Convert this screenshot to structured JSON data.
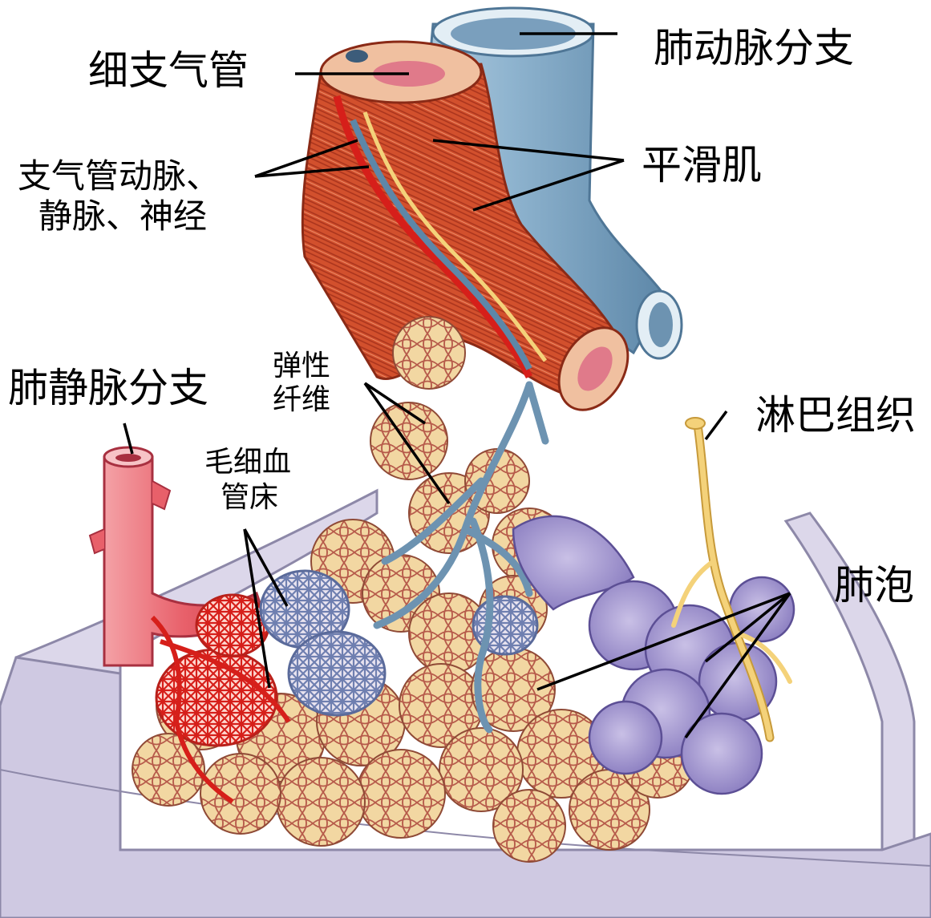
{
  "labels": {
    "bronchiole": "细支气管",
    "pulmonary_artery_branch": "肺动脉分支",
    "smooth_muscle": "平滑肌",
    "bronchial_vessels_line1": "支气管动脉、",
    "bronchial_vessels_line2": "静脉、神经",
    "pulmonary_vein_branch": "肺静脉分支",
    "elastic_fiber_line1": "弹性",
    "elastic_fiber_line2": "纤维",
    "capillary_bed_line1": "毛细血",
    "capillary_bed_line2": "管床",
    "lymphatic_tissue": "淋巴组织",
    "alveoli": "肺泡"
  },
  "colors": {
    "artery_blue": "#8fb4cf",
    "artery_blue_dark": "#5d87a8",
    "muscle_red": "#d2502d",
    "muscle_red_dark": "#a8331c",
    "vein_red": "#e8606a",
    "capillary_red": "#d61f1a",
    "alveolus_tan": "#f2d7a2",
    "alveolus_line": "#b65a4a",
    "alveoli_purple": "#a396cf",
    "lymph_yellow": "#f4d27a",
    "pleura_lavender": "#dcd7ea",
    "pleura_dark": "#8d88a8",
    "leader_line": "#000000"
  }
}
